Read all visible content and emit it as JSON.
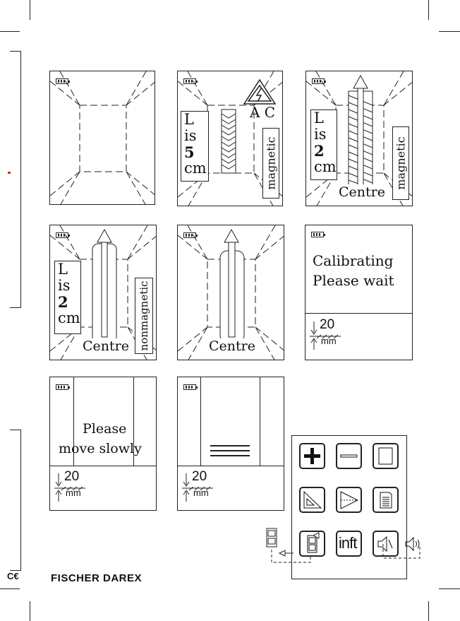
{
  "screens": {
    "s2": {
      "l_lines": [
        "L",
        "is",
        "5",
        "cm"
      ],
      "type": "magnetic",
      "warning": "A C"
    },
    "s3": {
      "l_lines": [
        "L",
        "is",
        "2",
        "cm"
      ],
      "type": "magnetic",
      "centre": "Centre"
    },
    "s4": {
      "l_lines": [
        "L",
        "is",
        "2",
        "cm"
      ],
      "type": "nonmagnetic",
      "centre": "Centre"
    },
    "s5": {
      "centre": "Centre"
    },
    "s6": {
      "line1": "Calibrating",
      "line2": "Please wait",
      "depth": "20",
      "unit": "mm"
    },
    "s7": {
      "line1": "Please",
      "line2": "move slowly",
      "depth": "20",
      "unit": "mm"
    },
    "s8": {
      "depth": "20",
      "unit": "mm"
    }
  },
  "keypad": {
    "inft_label": "inft"
  },
  "brand": {
    "logo_text": "FISCHER DAREX",
    "ce_mark": "C€"
  },
  "icons": [
    "battery-icon",
    "plus-icon",
    "minus-icon",
    "square-icon",
    "ruler-triangle-icon",
    "angle-icon",
    "memory-icon",
    "mode-icon",
    "speaker-mute-icon",
    "speaker-on-icon",
    "warning-icon"
  ]
}
